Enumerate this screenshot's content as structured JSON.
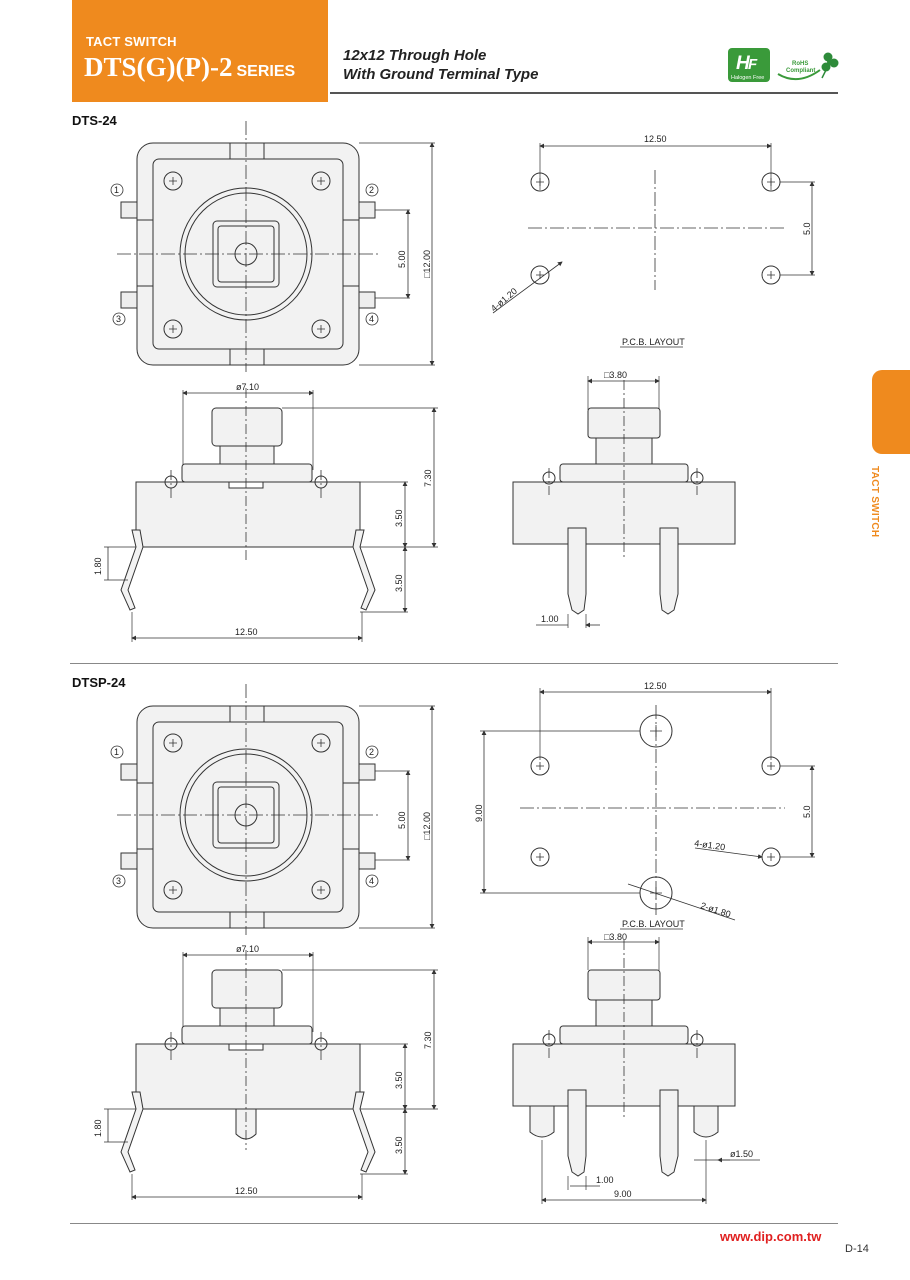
{
  "header": {
    "category": "TACT SWITCH",
    "model": "DTS(G)(P)-2",
    "series": "SERIES",
    "subtitle_line1": "12x12 Through Hole",
    "subtitle_line2": "With Ground Terminal Type"
  },
  "logos": {
    "halogen_free": "Halogen Free",
    "rohs_line1": "RoHS",
    "rohs_line2": "Compliant"
  },
  "side_tab": {
    "label": "TACT SWITCH"
  },
  "sections": [
    {
      "label": "DTS-24",
      "pins": [
        "1",
        "2",
        "3",
        "4"
      ],
      "dims_top": {
        "pitch": "5.00",
        "square": "□12.00"
      },
      "dims_side": {
        "dia": "ø7.10",
        "height": "7.30",
        "body": "3.50",
        "leg": "3.50",
        "lead": "1.80",
        "span": "12.50"
      },
      "pcb": {
        "span": "12.50",
        "pitch": "5.0",
        "holes": "4-ø1.20",
        "title": "P.C.B. LAYOUT"
      },
      "end_view": {
        "cap": "□3.80",
        "pin_w": "1.00"
      }
    },
    {
      "label": "DTSP-24",
      "pins": [
        "1",
        "2",
        "3",
        "4"
      ],
      "dims_top": {
        "pitch": "5.00",
        "square": "□12.00"
      },
      "dims_side": {
        "dia": "ø7.10",
        "height": "7.30",
        "body": "3.50",
        "leg": "3.50",
        "lead": "1.80",
        "span": "12.50"
      },
      "pcb": {
        "span": "12.50",
        "pitch": "5.0",
        "vert": "9.00",
        "holes": "4-ø1.20",
        "ground_holes": "2-ø1.80",
        "title": "P.C.B. LAYOUT"
      },
      "end_view": {
        "cap": "□3.80",
        "pin_w": "1.00",
        "ground_dia": "ø1.50",
        "ground_span": "9.00"
      }
    }
  ],
  "footer": {
    "website": "www.dip.com.tw",
    "page": "D-14"
  }
}
